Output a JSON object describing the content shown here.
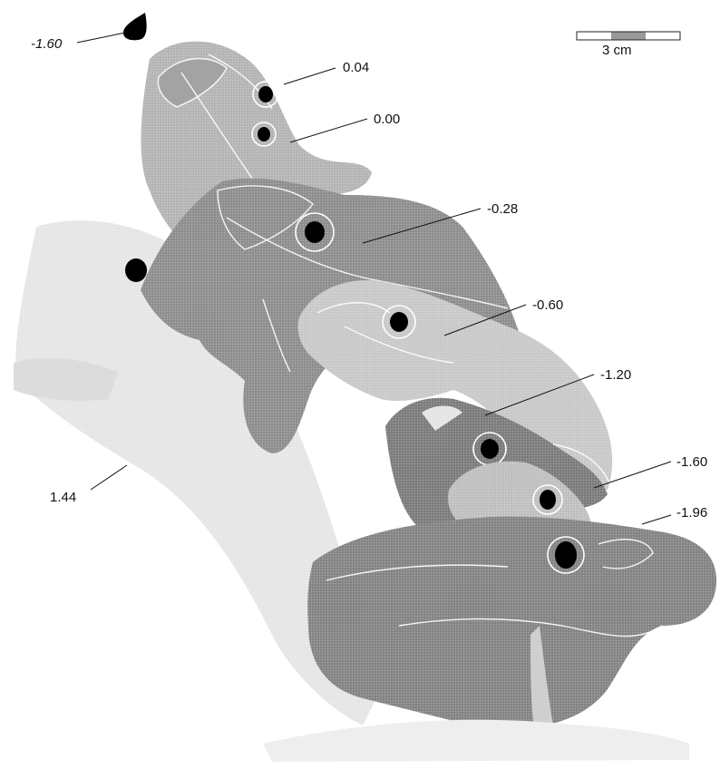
{
  "scale_bar": {
    "label": "3 cm"
  },
  "labels": {
    "left_drop": "-1.60",
    "r1": "0.04",
    "r2": "0.00",
    "r3": "-0.28",
    "r4": "-0.60",
    "r5": "-1.20",
    "r6": "-1.60",
    "r7": "-1.96",
    "left_fish": "1.44"
  },
  "colors": {
    "lightest": "#e6e6e6",
    "light": "#cfcfcf",
    "mid": "#b5b5b5",
    "dark": "#8f8f8f",
    "darker": "#7d7d7d"
  }
}
